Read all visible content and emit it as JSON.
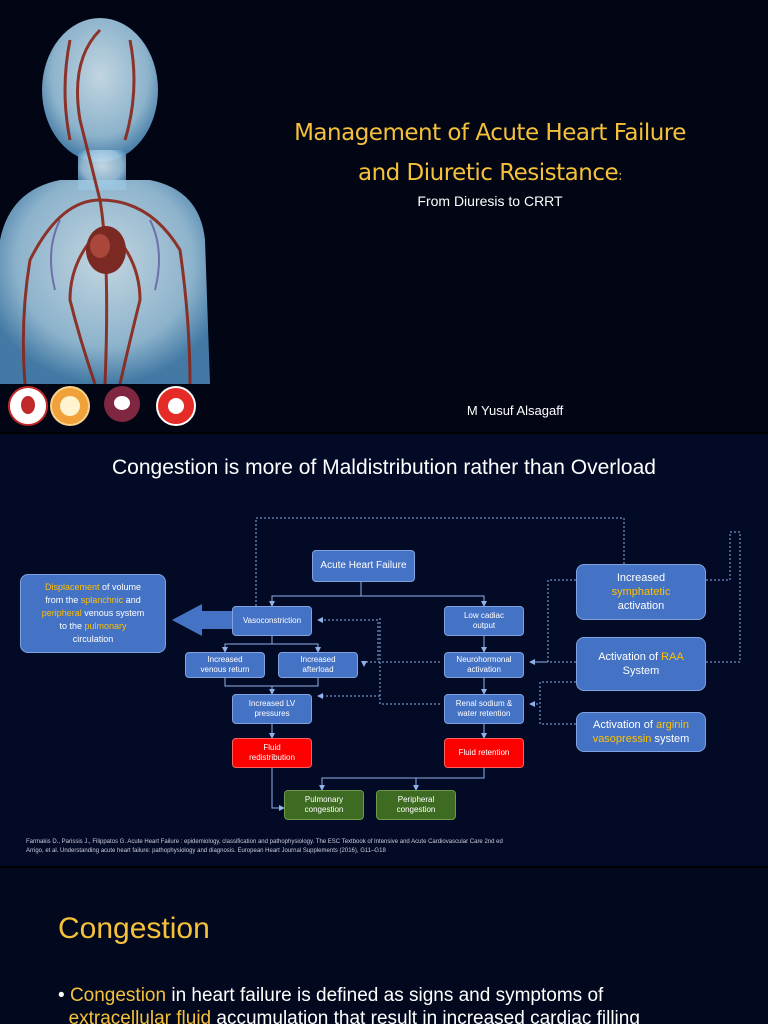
{
  "slide1": {
    "title_line1": "Management of Acute Heart Failure",
    "title_line2": "and Diuretic Resistance",
    "title_colon": ":",
    "subtitle": "From Diuresis to CRRT",
    "author": "M Yusuf Alsagaff",
    "colors": {
      "title": "#f5c13a",
      "background": "#010514"
    },
    "logos": [
      "perki-logo",
      "university-seal-logo",
      "heart-flower-logo",
      "red-emblem-logo"
    ]
  },
  "slide2": {
    "title": "Congestion is more of Maldistribution rather than Overload",
    "boxes": {
      "acute_hf": "Acute Heart Failure",
      "vasoconstriction": "Vasoconstriction",
      "low_output_1": "Low cadiac",
      "low_output_2": "output",
      "venous_return_1": "Increased",
      "venous_return_2": "venous return",
      "afterload_1": "Increased",
      "afterload_2": "afterload",
      "neuro_1": "Neurohormonal",
      "neuro_2": "activation",
      "lv_1": "Increased LV",
      "lv_2": "pressures",
      "renal_1": "Renal sodium &",
      "renal_2": "water retention",
      "fluid_redis_1": "Fluid",
      "fluid_redis_2": "redistribution",
      "fluid_retention": "Fluid retention",
      "pulmonary_1": "Pulmonary",
      "pulmonary_2": "congestion",
      "peripheral_1": "Peripheral",
      "peripheral_2": "congestion"
    },
    "displacement": {
      "hl1": "Displacement",
      "t1": " of volume",
      "t2": "from the ",
      "hl2": "splanchnic",
      "t3": " and",
      "hl3": "peripheral",
      "t4": " venous system",
      "t5": "to the ",
      "hl4": "pulmonary",
      "t6": "circulation"
    },
    "sympathetic": {
      "t1": "Increased",
      "hl": "symphatetic",
      "t2": "activation"
    },
    "raa": {
      "t1": "Activation of ",
      "hl": "RAA",
      "t2": "System"
    },
    "arginin": {
      "t1": "Activation of ",
      "hl1": "arginin",
      "hl2": "vasopressin",
      "t2": " system"
    },
    "refs": {
      "ref1": "Farmakis D.,  Parissis J., Filippatos G. Acute Heart Failure : epidemiology, classification and pathophysiology. The ESC Textbook of Intensive and Acute Cardiovascular Care 2nd ed",
      "ref2": "Arrigo, et al. Understanding acute heart failure: pathophysiology and diagnosis. European Heart Journal Supplements (2016), G11–G18"
    },
    "colors": {
      "box": "#4472c4",
      "red": "#ff0000",
      "green": "#3e6b22",
      "highlight": "#ffc000"
    }
  },
  "slide3": {
    "title": "Congestion",
    "bullet_hl1": "Congestion",
    "bullet_t1": " in heart failure is defined as signs and symptoms of",
    "bullet_hl2": "extracellular fluid",
    "bullet_t2": " accumulation that result in increased cardiac filling"
  }
}
